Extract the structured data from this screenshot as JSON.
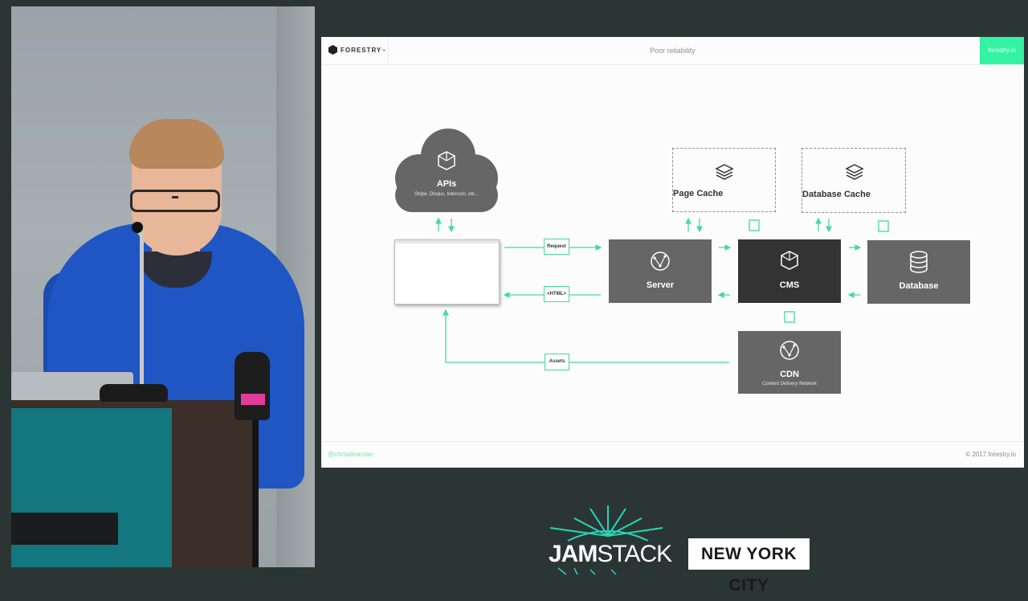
{
  "slide": {
    "brand": "FORESTRY",
    "brand_tm": "™",
    "title": "Poor reliability",
    "site": "forestry.io",
    "footer_handle": "@chrisdmacrae",
    "footer_copyright": "© 2017 forestry.io"
  },
  "diagram": {
    "apis": {
      "label": "APIs",
      "sub": "Stripe, Disqus, Intercom, etc..."
    },
    "page_cache": {
      "label": "Page Cache"
    },
    "database_cache": {
      "label": "Database Cache"
    },
    "server": {
      "label": "Server"
    },
    "cms": {
      "label": "CMS"
    },
    "database": {
      "label": "Database"
    },
    "cdn": {
      "label": "CDN",
      "sub": "Content Delivery Network"
    },
    "edges": {
      "request": "Request",
      "html": "<HTML>",
      "assets": "Assets"
    }
  },
  "event": {
    "logo_jam": "JAM",
    "logo_stack": "STACK",
    "city": "NEW YORK CITY"
  },
  "colors": {
    "accent": "#33f2a2",
    "box_gray": "#666666",
    "box_dark": "#333333",
    "podium_teal": "#14777f",
    "shirt_blue": "#1f56c4"
  }
}
